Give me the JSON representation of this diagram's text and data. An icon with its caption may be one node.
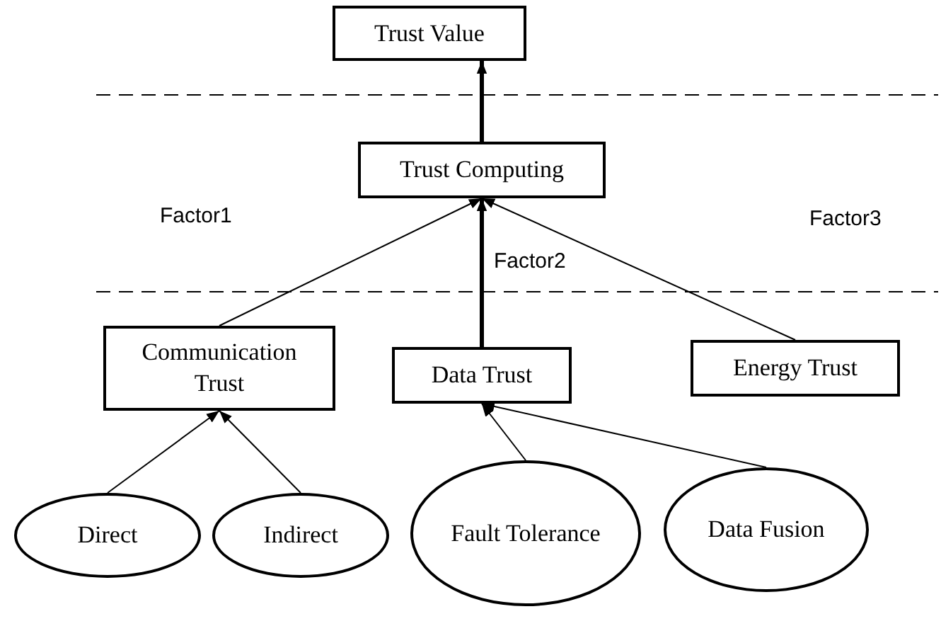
{
  "diagram": {
    "nodes": [
      {
        "text": [
          "Trust Value"
        ]
      },
      {
        "text": [
          "Trust Computing"
        ]
      },
      {
        "text": [
          "Communication Trust"
        ]
      },
      {
        "text": [
          "Data Trust"
        ]
      },
      {
        "text": [
          "Energy Trust"
        ]
      },
      {
        "text": [
          "Direct"
        ]
      },
      {
        "text": [
          "Indirect"
        ]
      },
      {
        "text": [
          "Fault Tolerance"
        ]
      },
      {
        "text": [
          "Data Fusion"
        ]
      }
    ],
    "edges": [
      {
        "from": 1,
        "to": 0,
        "arrow": "to",
        "style": "thick"
      },
      {
        "from": 2,
        "to": 1,
        "arrow": "to"
      },
      {
        "from": 3,
        "to": 1,
        "arrow": "to",
        "style": "thick"
      },
      {
        "from": 4,
        "to": 1,
        "arrow": "to"
      },
      {
        "from": 5,
        "to": 2,
        "arrow": "to"
      },
      {
        "from": 6,
        "to": 2,
        "arrow": "to"
      },
      {
        "from": 7,
        "to": 3,
        "arrow": "to"
      },
      {
        "from": 8,
        "to": 3,
        "arrow": "to"
      }
    ],
    "labels": [
      "Factor1",
      "Factor3",
      "Factor2"
    ]
  }
}
